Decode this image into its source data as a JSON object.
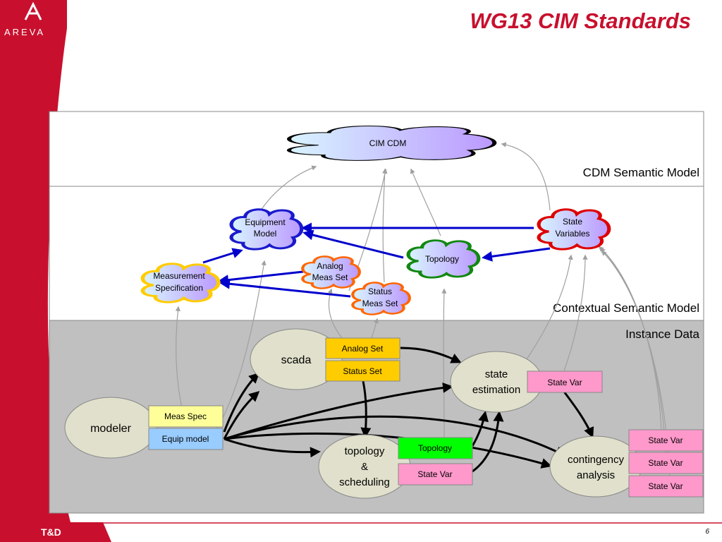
{
  "slide": {
    "title": "WG13 CIM Standards",
    "brand": "AREVA",
    "footer_label": "T&D",
    "page_number": "6"
  },
  "bands": {
    "cdm": "CDM Semantic Model",
    "contextual": "Contextual Semantic Model",
    "instance": "Instance Data"
  },
  "clouds": {
    "cim_cdm": [
      "CIM CDM"
    ],
    "equipment_model": [
      "Equipment",
      "Model"
    ],
    "state_variables": [
      "State",
      "Variables"
    ],
    "topology": [
      "Topology"
    ],
    "analog_meas_set": [
      "Analog",
      "Meas Set"
    ],
    "status_meas_set": [
      "Status",
      "Meas Set"
    ],
    "measurement_spec": [
      "Measurement",
      "Specification"
    ]
  },
  "ellipses": {
    "scada": [
      "scada"
    ],
    "state_estimation": [
      "state",
      "estimation"
    ],
    "modeler": [
      "modeler"
    ],
    "topology_scheduling": [
      "topology",
      "&",
      "scheduling"
    ],
    "contingency_analysis": [
      "contingency",
      "analysis"
    ]
  },
  "boxes": {
    "analog_set": "Analog Set",
    "status_set": "Status Set",
    "state_var_se": "State Var",
    "meas_spec": "Meas Spec",
    "equip_model": "Equip model",
    "topology": "Topology",
    "state_var_ts": "State Var",
    "state_var_ca1": "State Var",
    "state_var_ca2": "State Var",
    "state_var_ca3": "State Var"
  }
}
